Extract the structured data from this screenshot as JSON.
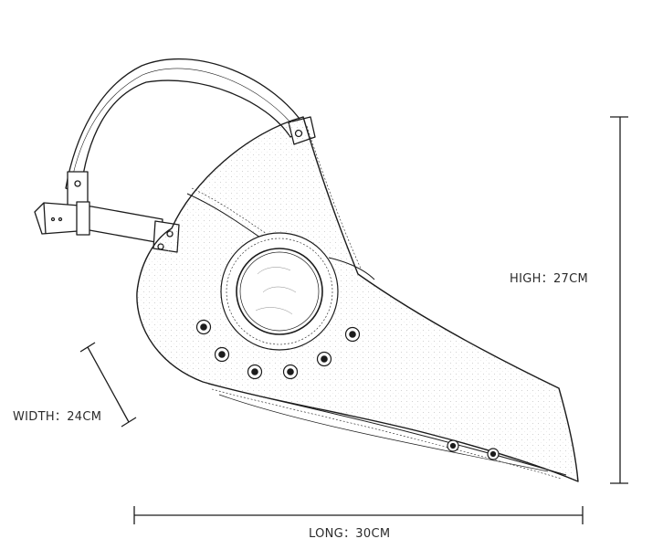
{
  "dimensions": {
    "height_label": "HIGH：27CM",
    "width_label": "WIDTH：24CM",
    "length_label": "LONG：30CM"
  },
  "colors": {
    "line": "#1c1c1c",
    "background": "#ffffff"
  }
}
